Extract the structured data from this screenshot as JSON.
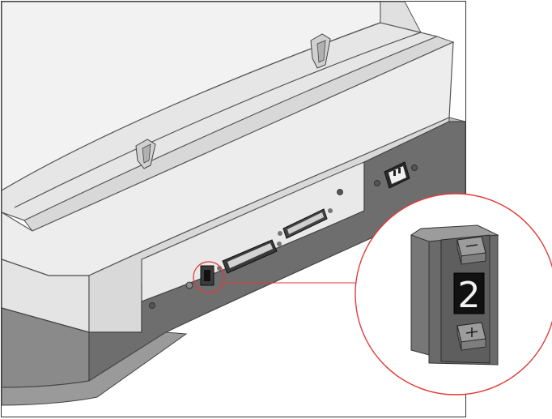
{
  "illustration": {
    "subject": "scanner-rear-panel",
    "callout": {
      "highlight": "scsi-id-selector",
      "selector": {
        "digit": "2",
        "up_icon": "minus-icon",
        "down_icon": "plus-icon"
      }
    },
    "colors": {
      "callout_outline": "#e23a3a",
      "body_light": "#ececec",
      "body_mid": "#c9c9c9",
      "body_dark": "#7d7d7d",
      "digit_window": "#111111"
    }
  }
}
